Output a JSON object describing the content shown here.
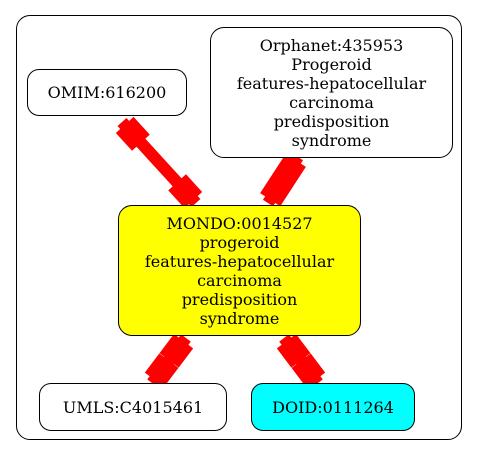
{
  "nodes": {
    "omim": {
      "lines": [
        "OMIM:616200"
      ],
      "fill": "#ffffff"
    },
    "orphanet": {
      "lines": [
        "Orphanet:435953",
        "Progeroid",
        "features-hepatocellular",
        "carcinoma",
        "predisposition",
        "syndrome"
      ],
      "fill": "#ffffff"
    },
    "mondo": {
      "lines": [
        "MONDO:0014527",
        "progeroid",
        "features-hepatocellular",
        "carcinoma",
        "predisposition",
        "syndrome"
      ],
      "fill": "#ffff00"
    },
    "umls": {
      "lines": [
        "UMLS:C4015461"
      ],
      "fill": "#ffffff"
    },
    "doid": {
      "lines": [
        "DOID:0111264"
      ],
      "fill": "#00ffff"
    }
  },
  "edges": [
    {
      "from": "omim",
      "to": "mondo"
    },
    {
      "from": "orphanet",
      "to": "mondo"
    },
    {
      "from": "mondo",
      "to": "umls"
    },
    {
      "from": "mondo",
      "to": "doid"
    }
  ],
  "colors": {
    "edge": "#ff0000",
    "border": "#000000"
  }
}
